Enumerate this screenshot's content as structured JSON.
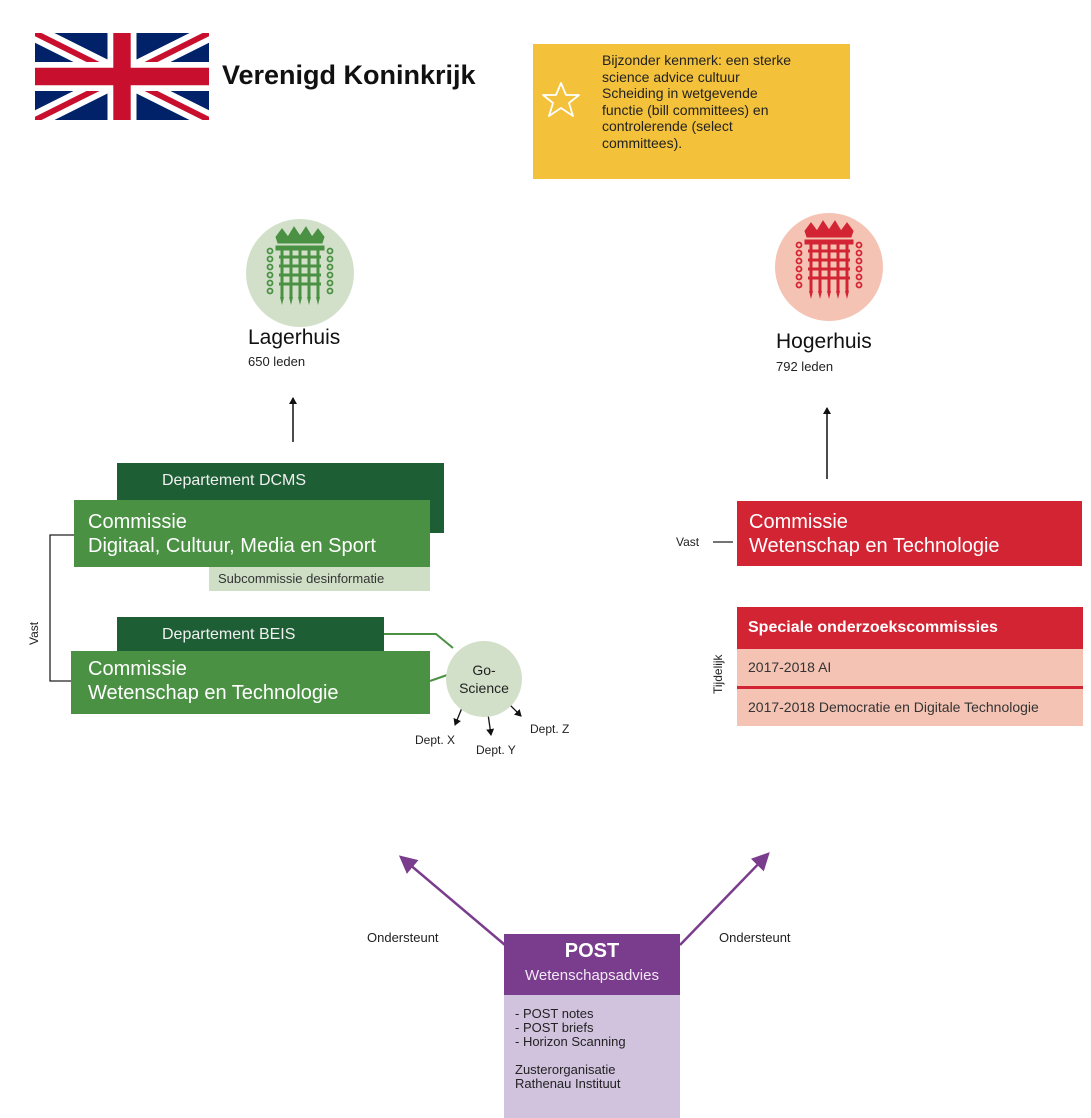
{
  "title": "Verenigd Koninkrijk",
  "feature_icon": "star-icon",
  "feature_lines": [
    "Bijzonder kenmerk: een sterke",
    "science advice cultuur",
    "Scheiding in wetgevende",
    "functie (bill committees) en",
    "controlerende (select",
    "committees)."
  ],
  "commons": {
    "icon": "portcullis-icon",
    "name": "Lagerhuis",
    "count": "650 leden",
    "vast_label": "Vast",
    "dept_dcms": "Departement DCMS",
    "committee_dcms": [
      "Commissie",
      "Digitaal, Cultuur, Media en Sport"
    ],
    "subcommittee": "Subcommissie desinformatie",
    "dept_beis": "Departement BEIS",
    "committee_st": [
      "Commissie",
      "Wetenschap en Technologie"
    ],
    "goscience": [
      "Go-",
      "Science"
    ],
    "depts": [
      "Dept. X",
      "Dept. Y",
      "Dept. Z"
    ]
  },
  "lords": {
    "icon": "portcullis-icon",
    "name": "Hogerhuis",
    "count": "792 leden",
    "vast_label": "Vast",
    "committee_st": [
      "Commissie",
      "Wetenschap en Technologie"
    ],
    "temp_label": "Tijdelijk",
    "special_title": "Speciale onderzoekscommissies",
    "special_items": [
      "2017-2018 AI",
      "2017-2018 Democratie en Digitale Technologie"
    ]
  },
  "post": {
    "title": "POST",
    "subtitle": "Wetenschapsadvies",
    "items": [
      "- POST notes",
      "- POST briefs",
      "- Horizon Scanning"
    ],
    "sister": [
      "Zusterorganisatie",
      "Rathenau Instituut"
    ],
    "support_left": "Ondersteunt",
    "support_right": "Ondersteunt"
  },
  "colors": {
    "commons_green": "#4a9144",
    "dept_dark_green": "#1e5e35",
    "lords_red": "#d32433",
    "lords_pink": "#f4c3b4",
    "post_purple": "#7a3c8c",
    "post_light": "#d1c3de",
    "feature_yellow": "#f3c13a"
  }
}
